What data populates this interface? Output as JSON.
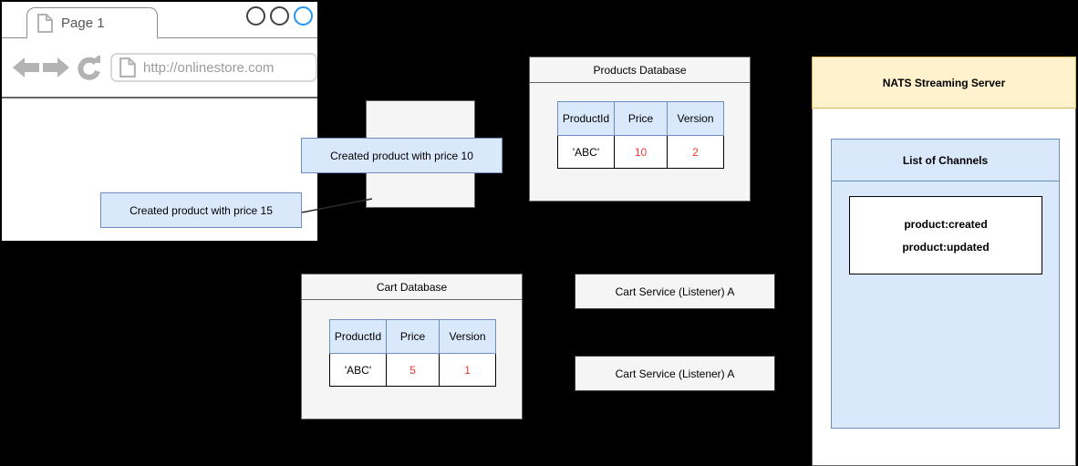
{
  "browser": {
    "tab_label": "Page 1",
    "url": "http://onlinestore.com"
  },
  "callouts": {
    "price10": "Created product with price 10",
    "price15": "Created product with price 15"
  },
  "products_db": {
    "title": "Products Database",
    "columns": [
      "ProductId",
      "Price",
      "Version"
    ],
    "row": [
      "'ABC'",
      "10",
      "2"
    ]
  },
  "cart_db": {
    "title": "Cart Database",
    "columns": [
      "ProductId",
      "Price",
      "Version"
    ],
    "row": [
      "'ABC'",
      "5",
      "1"
    ]
  },
  "services": {
    "listener_a1": "Cart Service (Listener) A",
    "listener_a2": "Cart Service (Listener) A"
  },
  "nats": {
    "title": "NATS Streaming Server",
    "channels_title": "List of Channels",
    "channels": [
      "product:created",
      "product:updated"
    ]
  },
  "colors": {
    "canvas_bg": "#000000",
    "callout_fill": "#dae8fc",
    "callout_border": "#6c8ebf",
    "nats_header_fill": "#fff2cc",
    "nats_header_border": "#d6b656",
    "box_fill": "#f5f5f5",
    "box_border": "#666666",
    "value_red": "#fd3535",
    "browser_accent_circle": "#2196f3",
    "browser_icon_gray": "#b3b3b3"
  }
}
